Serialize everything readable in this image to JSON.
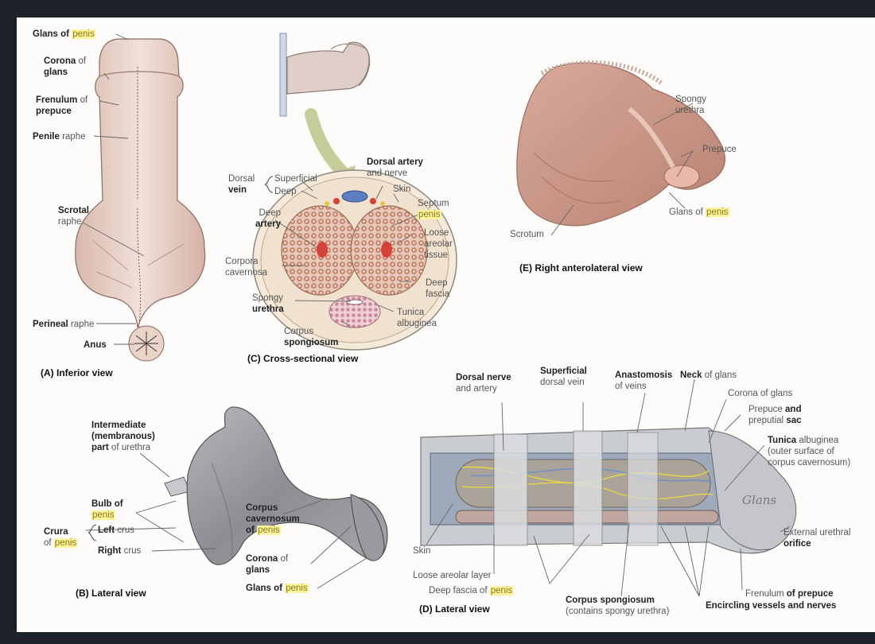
{
  "captions": {
    "a": "(A) Inferior view",
    "b": "(B) Lateral view",
    "c": "(C) Cross-sectional view",
    "d": "(D) Lateral view",
    "e": "(E) Right anterolateral view"
  },
  "highlight_color": "#fbf3a0",
  "labels": {
    "a_glans": {
      "p1": "Glans of ",
      "hl": "penis"
    },
    "a_corona": {
      "l1a": "Corona",
      "l1b": " of",
      "l2": "glans"
    },
    "a_frenulum": {
      "l1a": "Frenulum",
      "l1b": " of",
      "l2": "prepuce"
    },
    "a_penile_raphe": {
      "p1": "Penile",
      "p2": " raphe"
    },
    "a_scrotal_raphe": {
      "l1": "Scrotal",
      "l2": "raphe"
    },
    "a_perineal_raphe": {
      "p1": "Perineal",
      "p2": " raphe"
    },
    "a_anus": "Anus",
    "c_dorsal_vein": {
      "l1": "Dorsal",
      "l2": "vein"
    },
    "c_superficial": "Superficial",
    "c_deep": "Deep",
    "c_dorsal_artery": {
      "l1": "Dorsal artery",
      "l2": "and nerve"
    },
    "c_skin": "Skin",
    "c_septum": {
      "l1": "Septum",
      "hl": "penis"
    },
    "c_deep_artery": {
      "l1": "Deep",
      "l2": "artery"
    },
    "c_loose": {
      "l1": "Loose",
      "l2": "areolar",
      "l3": "tissue"
    },
    "c_corpora": {
      "l1": "Corpora",
      "l2": "cavernosa"
    },
    "c_deep_fascia": {
      "l1": "Deep",
      "l2": "fascia"
    },
    "c_spongy": {
      "l1": "Spongy",
      "l2": "urethra"
    },
    "c_tunica": {
      "l1": "Tunica",
      "l2": "albuginea"
    },
    "c_corpus_spong": {
      "l1": "Corpus",
      "l2": "spongiosum"
    },
    "e_spongy": {
      "l1": "Spongy",
      "l2": "urethra"
    },
    "e_prepuce": "Prepuce",
    "e_glans": {
      "p1": "Glans of ",
      "hl": "penis"
    },
    "e_scrotum": "Scrotum",
    "b_intermediate": {
      "l1": "Intermediate",
      "l2": "(membranous)",
      "l3a": "part",
      "l3b": " of urethra"
    },
    "b_bulb": {
      "l1": "Bulb of",
      "hl": "penis"
    },
    "b_crura": {
      "l1": "Crura",
      "l2a": "of ",
      "hl": "penis"
    },
    "b_left_crus": {
      "p1": "Left",
      "p2": " crus"
    },
    "b_right_crus": {
      "p1": "Right",
      "p2": " crus"
    },
    "b_corpus_cav": {
      "l1": "Corpus",
      "l2": "cavernosum",
      "l3a": "of ",
      "hl": "penis"
    },
    "b_corona": {
      "l1a": "Corona",
      "l1b": " of",
      "l2": "glans"
    },
    "b_glans": {
      "p1": "Glans of ",
      "hl": "penis"
    },
    "d_dorsal_nerve": {
      "l1": "Dorsal nerve",
      "l2": "and artery"
    },
    "d_superficial": {
      "l1": "Superficial",
      "l2": "dorsal vein"
    },
    "d_anastomosis": {
      "l1": "Anastomosis",
      "l2": "of veins"
    },
    "d_neck": {
      "p1": "Neck",
      "p2": " of glans"
    },
    "d_corona": {
      "p1": "Corona of glans"
    },
    "d_prepuce": {
      "l1a": "Prepuce",
      "l1b": " and",
      "l2a": "preputial",
      "l2b": " sac"
    },
    "d_tunica": {
      "l1a": "Tunica",
      "l1b": " albuginea",
      "l2": "(outer surface of",
      "l3": "corpus cavernosum)"
    },
    "d_glans_script": "Glans",
    "d_skin": "Skin",
    "d_loose": "Loose areolar layer",
    "d_deep_fascia": {
      "p1": "Deep fascia of ",
      "hl": "penis"
    },
    "d_corpus_spong": {
      "l1": "Corpus spongiosum",
      "l2": "(contains spongy urethra)"
    },
    "d_external": {
      "l1": "External urethral",
      "l2": "orifice"
    },
    "d_frenulum": {
      "p1": "Frenulum",
      "p2": " of prepuce"
    },
    "d_encircling": "Encircling vessels and nerves"
  }
}
